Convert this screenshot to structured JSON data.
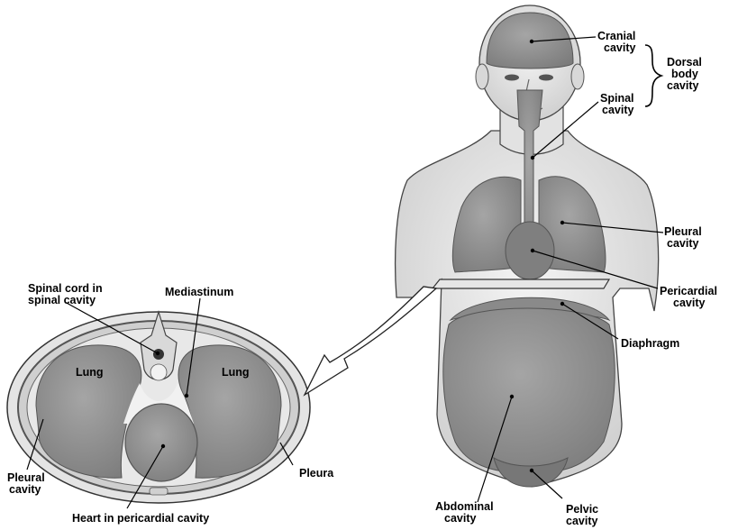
{
  "labels": {
    "cranial_1": "Cranial",
    "cranial_2": "cavity",
    "dorsal_1": "Dorsal",
    "dorsal_2": "body",
    "dorsal_3": "cavity",
    "spinal_1": "Spinal",
    "spinal_2": "cavity",
    "pleural_r_1": "Pleural",
    "pleural_r_2": "cavity",
    "pericardial_1": "Pericardial",
    "pericardial_2": "cavity",
    "diaphragm": "Diaphragm",
    "abdominal_1": "Abdominal",
    "abdominal_2": "cavity",
    "pelvic_1": "Pelvic",
    "pelvic_2": "cavity",
    "spinalcord_1": "Spinal cord in",
    "spinalcord_2": "spinal cavity",
    "mediastinum": "Mediastinum",
    "lung_left": "Lung",
    "lung_right": "Lung",
    "pleural_l_1": "Pleural",
    "pleural_l_2": "cavity",
    "pleura": "Pleura",
    "heart": "Heart in pericardial cavity"
  },
  "colors": {
    "skin": "#e9e9e9",
    "skin_shade": "#cfcfcf",
    "cavity": "#8f8f8f",
    "cavity_dark": "#6e6e6e",
    "outline": "#333333"
  }
}
